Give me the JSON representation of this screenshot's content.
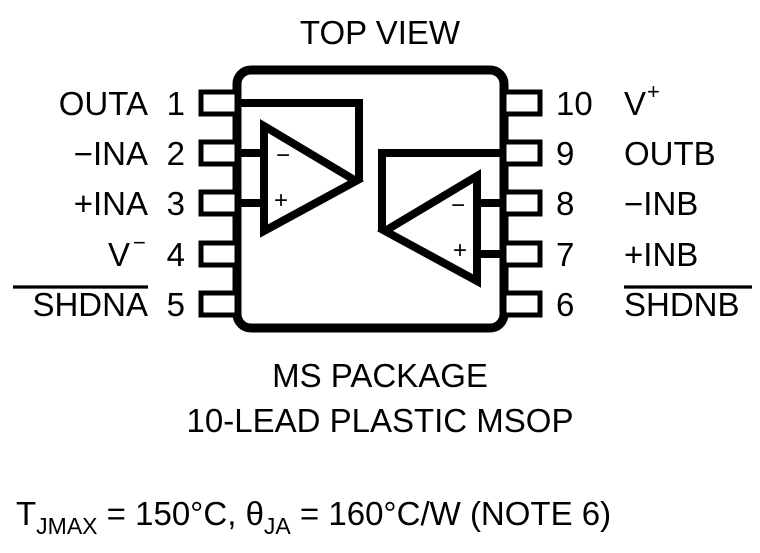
{
  "figure": {
    "title": "TOP VIEW",
    "package_name": "MS PACKAGE",
    "package_desc": "10-LEAD PLASTIC MSOP",
    "thermal": {
      "t_symbol": "T",
      "t_sub": "JMAX",
      "t_eq": " = 150°C, ",
      "theta_symbol": "θ",
      "theta_sub": "JA",
      "theta_eq": " = 160°C/W (NOTE 6)"
    },
    "colors": {
      "ink": "#000000",
      "background": "#ffffff"
    }
  },
  "pins": {
    "left": [
      {
        "number": "1",
        "label": "OUTA",
        "overline": false,
        "sup": ""
      },
      {
        "number": "2",
        "label": "−INA",
        "overline": false,
        "sup": ""
      },
      {
        "number": "3",
        "label": "+INA",
        "overline": false,
        "sup": ""
      },
      {
        "number": "4",
        "label": "V",
        "overline": false,
        "sup": "−"
      },
      {
        "number": "5",
        "label": "SHDNA",
        "overline": true,
        "sup": ""
      }
    ],
    "right": [
      {
        "number": "10",
        "label": "V",
        "overline": false,
        "sup": "+"
      },
      {
        "number": "9",
        "label": "OUTB",
        "overline": false,
        "sup": ""
      },
      {
        "number": "8",
        "label": "−INB",
        "overline": false,
        "sup": ""
      },
      {
        "number": "7",
        "label": "+INB",
        "overline": false,
        "sup": ""
      },
      {
        "number": "6",
        "label": "SHDNB",
        "overline": true,
        "sup": ""
      }
    ]
  },
  "amplifiers": [
    {
      "name": "A",
      "minus": "−",
      "plus": "+"
    },
    {
      "name": "B",
      "minus": "−",
      "plus": "+"
    }
  ]
}
